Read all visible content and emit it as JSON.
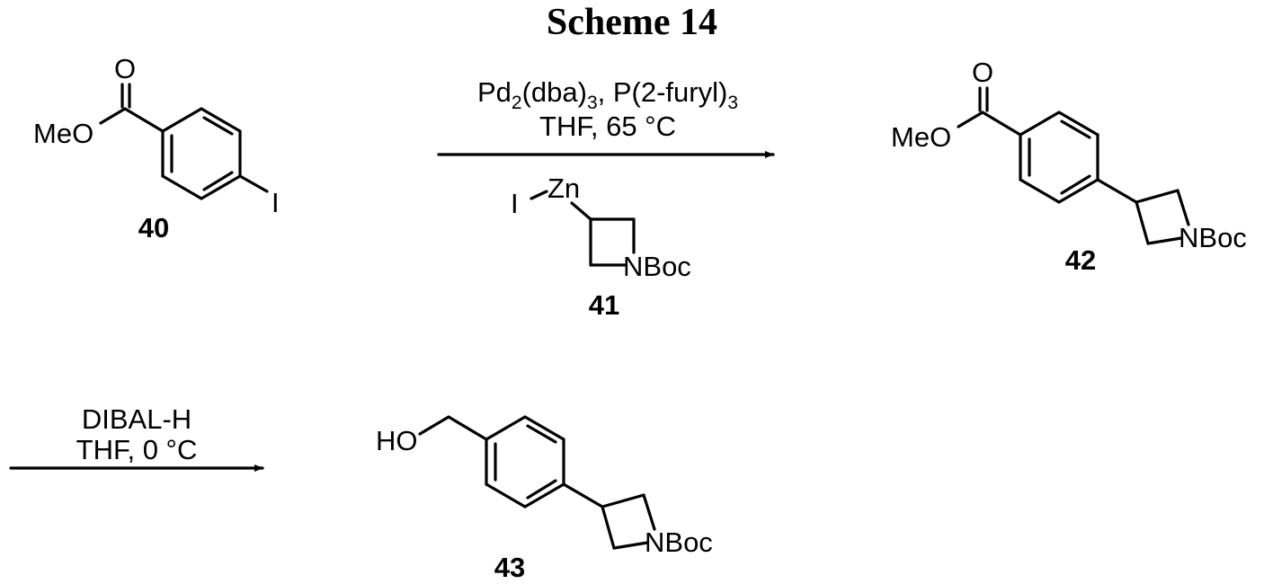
{
  "title": "Scheme 14",
  "compounds": {
    "c40": {
      "number": "40",
      "labels": {
        "oxo": "O",
        "ester": "MeO",
        "halide": "I"
      }
    },
    "c41": {
      "number": "41",
      "labels": {
        "iodide": "I",
        "zinc": "Zn",
        "amine": "NBoc"
      }
    },
    "c42": {
      "number": "42",
      "labels": {
        "oxo": "O",
        "ester": "MeO",
        "amine": "NBoc"
      }
    },
    "c43": {
      "number": "43",
      "labels": {
        "hydroxyl": "HO",
        "amine": "NBoc"
      }
    }
  },
  "reactions": {
    "step1": {
      "catalyst": {
        "a": "Pd",
        "a_sub": "2",
        "b": "(dba)",
        "b_sub": "3",
        "c": ", P(2-furyl)",
        "c_sub": "3"
      },
      "conditions": "THF, 65 °C"
    },
    "step2": {
      "reagent": "DIBAL-H",
      "conditions": "THF, 0 °C"
    }
  }
}
